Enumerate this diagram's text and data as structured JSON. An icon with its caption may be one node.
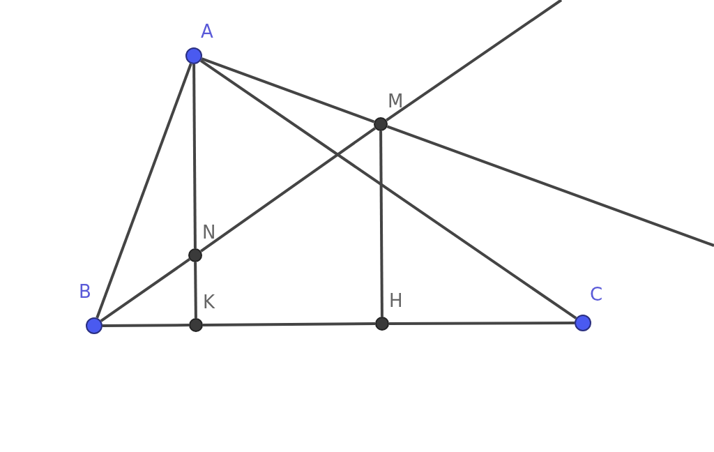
{
  "diagram": {
    "nodes": [
      {
        "text": [
          "A"
        ]
      },
      {
        "text": [
          "M"
        ]
      },
      {
        "text": [
          "N"
        ]
      },
      {
        "text": [
          "B"
        ]
      },
      {
        "text": [
          "K"
        ]
      },
      {
        "text": [
          "H"
        ]
      },
      {
        "text": [
          "C"
        ]
      }
    ],
    "edges": [
      {
        "from": 0,
        "to": 3,
        "arrow": "none"
      },
      {
        "from": 0,
        "to": 2,
        "arrow": "none"
      },
      {
        "from": 2,
        "to": 4,
        "arrow": "none"
      },
      {
        "from": 0,
        "to": 6,
        "arrow": "none"
      },
      {
        "from": 0,
        "to": 1,
        "arrow": "none"
      },
      {
        "from": 1,
        "to": null,
        "arrow": "none"
      },
      {
        "from": 3,
        "to": 2,
        "arrow": "none"
      },
      {
        "from": 2,
        "to": 1,
        "arrow": "none"
      },
      {
        "from": 1,
        "to": null,
        "arrow": "none"
      },
      {
        "from": 1,
        "to": 5,
        "arrow": "none"
      },
      {
        "from": 3,
        "to": 4,
        "arrow": "none"
      },
      {
        "from": 4,
        "to": 5,
        "arrow": "none"
      },
      {
        "from": 5,
        "to": 6,
        "arrow": "none"
      }
    ]
  }
}
